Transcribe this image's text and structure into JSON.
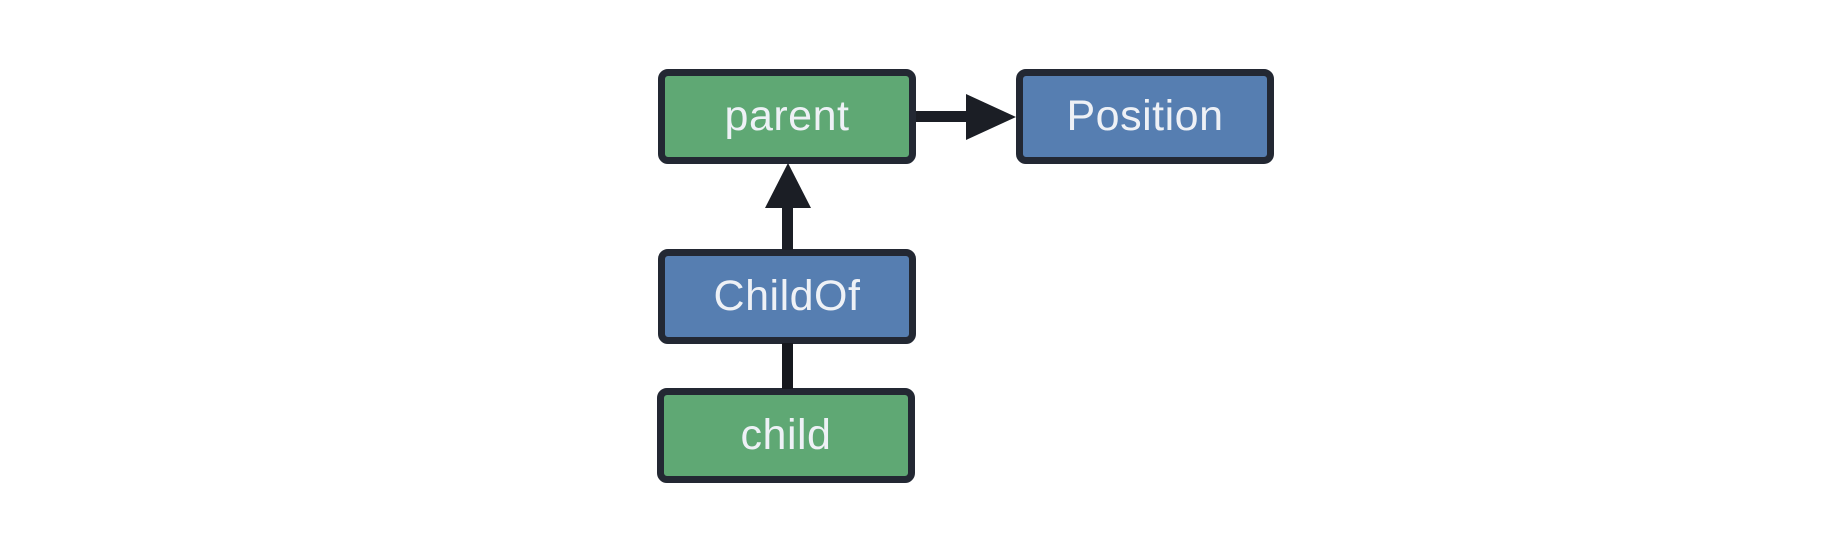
{
  "diagram": {
    "type": "entity-relationship-graph",
    "background": "#ffffff",
    "colors": {
      "entity_fill": "#5fa874",
      "relation_fill": "#567eb1",
      "node_border": "#232833",
      "arrow": "#1b1e25",
      "label_text": "#eef1f6"
    },
    "nodes": [
      {
        "id": "parent",
        "label": "parent",
        "kind": "entity"
      },
      {
        "id": "position",
        "label": "Position",
        "kind": "component"
      },
      {
        "id": "childof",
        "label": "ChildOf",
        "kind": "relation"
      },
      {
        "id": "child",
        "label": "child",
        "kind": "entity"
      }
    ],
    "edges": [
      {
        "from": "parent",
        "to": "position",
        "direction": "right",
        "arrowhead": true
      },
      {
        "from": "childof",
        "to": "parent",
        "direction": "up",
        "arrowhead": true
      },
      {
        "from": "child",
        "to": "childof",
        "direction": "up",
        "arrowhead": false
      }
    ]
  }
}
